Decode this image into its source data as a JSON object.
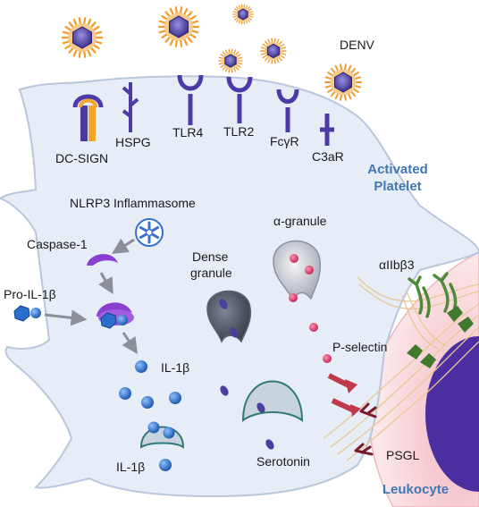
{
  "receptors": {
    "dc_sign": "DC-SIGN",
    "hspg": "HSPG",
    "tlr4": "TLR4",
    "tlr2": "TLR2",
    "fcgr": "FcγR",
    "c3ar": "C3aR"
  },
  "virus": {
    "label": "DENV"
  },
  "platelet": {
    "title_line1": "Activated",
    "title_line2": "Platelet"
  },
  "pathway": {
    "nlrp3": "NLRP3 Inflammasome",
    "caspase": "Caspase-1",
    "pro_il1b": "Pro-IL-1β",
    "il1b_inside": "IL-1β",
    "il1b_released": "IL-1β"
  },
  "granules": {
    "alpha": "α-granule",
    "dense_line1": "Dense",
    "dense_line2": "granule",
    "serotonin": "Serotonin"
  },
  "adhesion": {
    "integrin": "αIIbβ3",
    "p_selectin": "P-selectin",
    "psgl": "PSGL"
  },
  "leukocyte": {
    "label": "Leukocyte"
  },
  "colors": {
    "platelet_fill": "#e6edf7",
    "platelet_stroke": "#b9c7dc",
    "receptor": "#4b3aa8",
    "dc_sign_orange": "#f4a62a",
    "virus_core": "#4a3f9c",
    "virus_halo": "#f39a2b",
    "caspase": "#8a3fd1",
    "il1b": "#1f66c1",
    "alpha_dot": "#d23d6a",
    "serotonin": "#4a3f9c",
    "integrin": "#4f8a3a",
    "p_selectin": "#c0394b",
    "psgl": "#7a1a2b",
    "leukocyte_fill": "#f7d3d8",
    "leukocyte_nucleus": "#4b2fa0",
    "title_blue": "#3f78b5"
  }
}
